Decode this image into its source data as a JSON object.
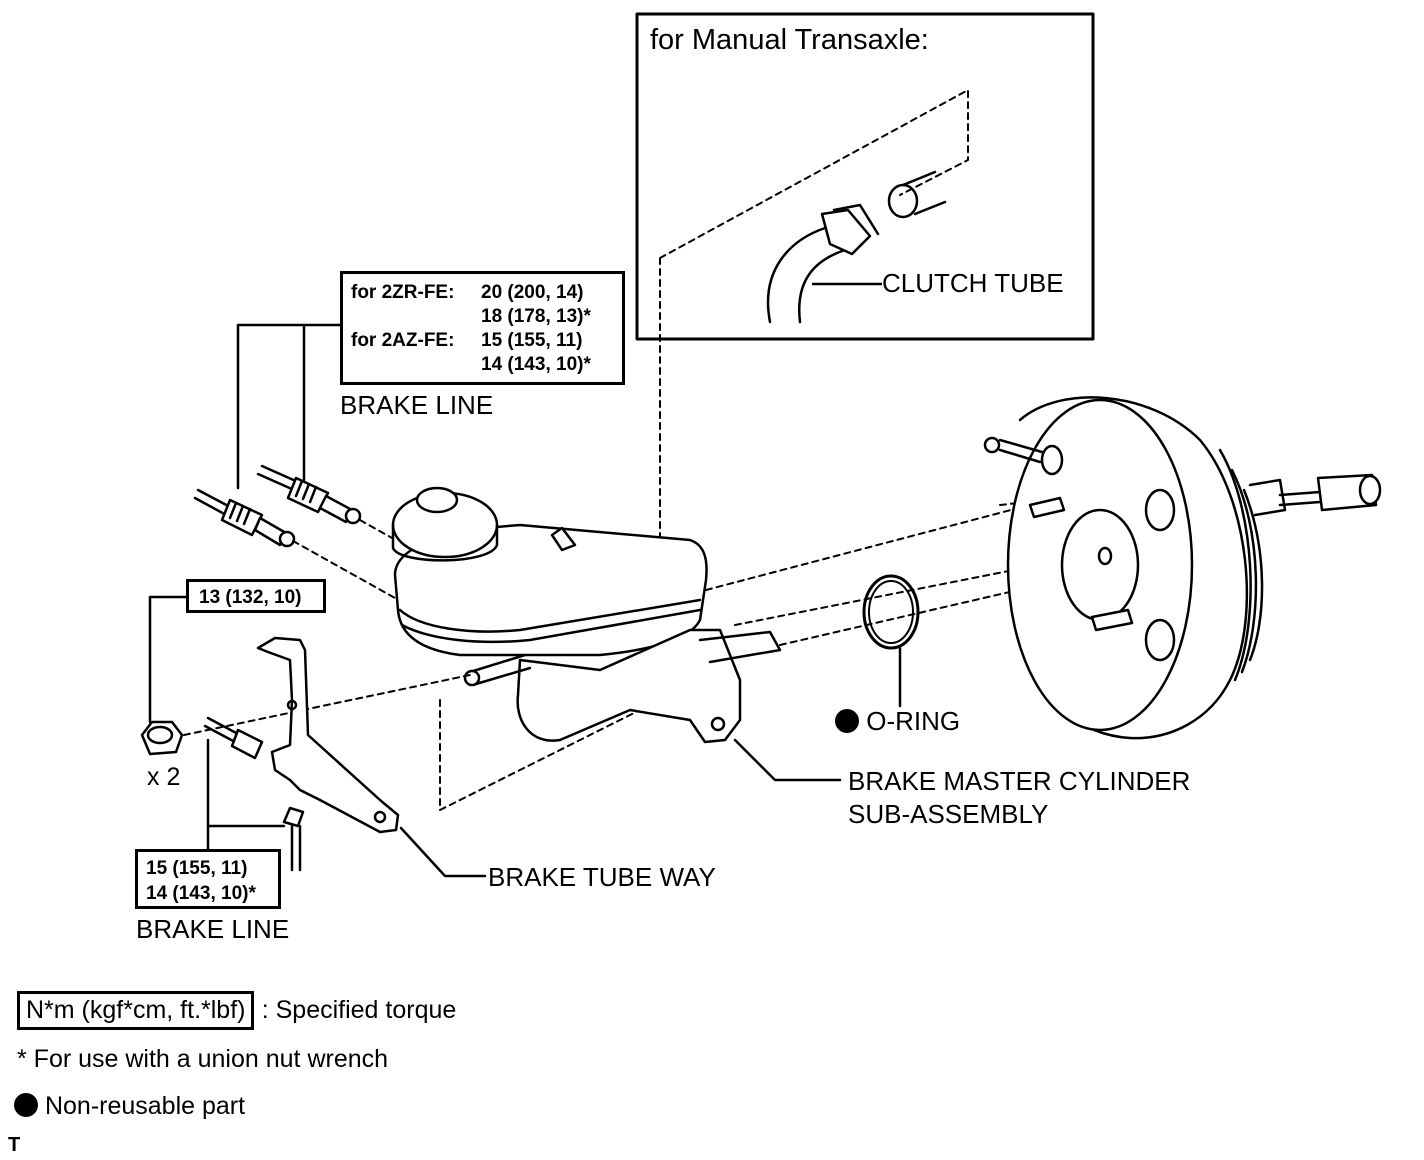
{
  "inset": {
    "title": "for Manual Transaxle:",
    "clutch_tube": "CLUTCH TUBE"
  },
  "top_torque": {
    "row1_engine": "for 2ZR-FE:",
    "row1_value": "20 (200, 14)",
    "row2_value": "18 (178, 13)*",
    "row3_engine": "for 2AZ-FE:",
    "row3_value": "15 (155, 11)",
    "row4_value": "14 (143, 10)*"
  },
  "top_brake_line": "BRAKE LINE",
  "nut_torque": "13 (132, 10)",
  "nut_qty": "x 2",
  "bottom_torque": {
    "line1": "15 (155, 11)",
    "line2": "14 (143, 10)*"
  },
  "bottom_brake_line": "BRAKE LINE",
  "o_ring": "O-RING",
  "master_cylinder": {
    "line1": "BRAKE MASTER CYLINDER",
    "line2": "SUB-ASSEMBLY"
  },
  "tube_way": "BRAKE TUBE WAY",
  "legend": {
    "torque_unit": "N*m (kgf*cm, ft.*lbf)",
    "torque_desc": ": Specified torque",
    "union_nut": "* For use with a union nut wrench",
    "non_reusable": "Non-reusable part"
  },
  "corner_mark": "T"
}
